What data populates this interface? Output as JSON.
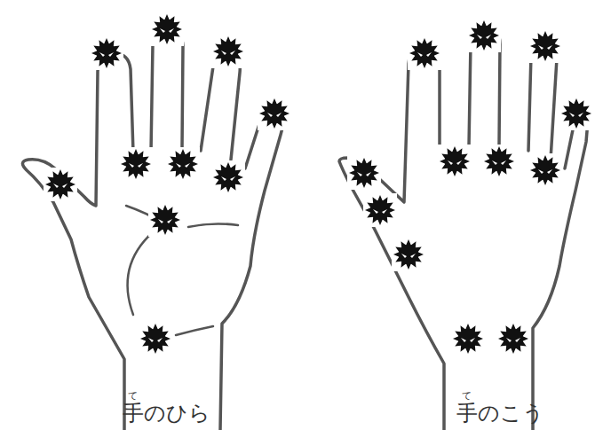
{
  "diagram": {
    "labels": [
      "て",
      "手のひら",
      "て",
      "手のこう"
    ]
  }
}
